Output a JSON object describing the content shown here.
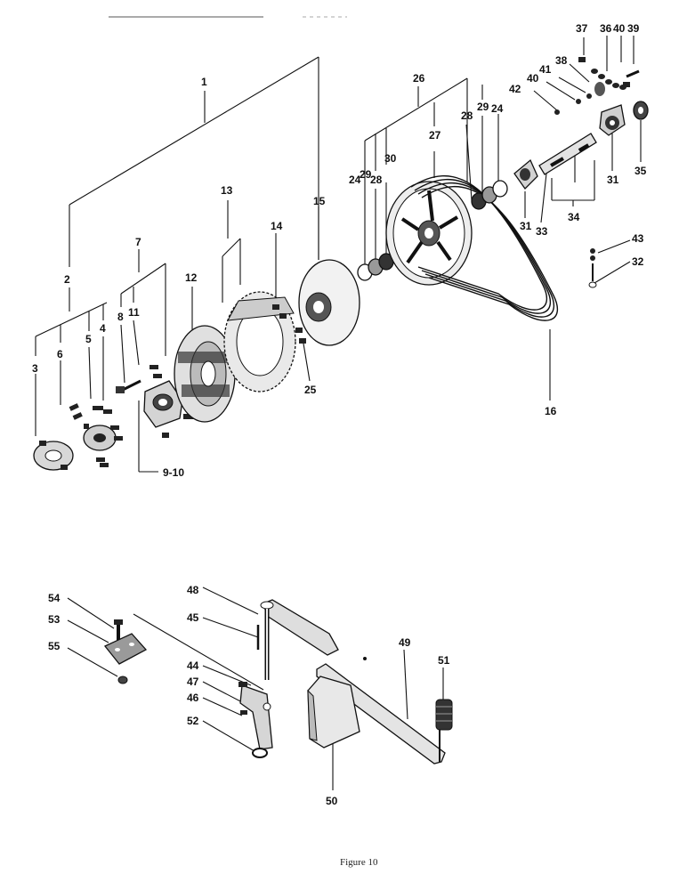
{
  "figure": {
    "caption": "Figure 10",
    "upper_callouts": {
      "n1": "1",
      "n2": "2",
      "n3": "3",
      "n4": "4",
      "n5": "5",
      "n6": "6",
      "n7": "7",
      "n8": "8",
      "n9_10": "9-10",
      "n11": "11",
      "n12": "12",
      "n13": "13",
      "n14": "14",
      "n15": "15",
      "n16": "16",
      "n24a": "24",
      "n24b": "24",
      "n25": "25",
      "n26": "26",
      "n27": "27",
      "n28a": "28",
      "n28b": "28",
      "n29a": "29",
      "n29b": "29",
      "n30": "30",
      "n31a": "31",
      "n31b": "31",
      "n32": "32",
      "n33": "33",
      "n34": "34",
      "n35": "35",
      "n36": "36",
      "n37": "37",
      "n38": "38",
      "n39": "39",
      "n40a": "40",
      "n40b": "40",
      "n41": "41",
      "n42": "42",
      "n43": "43"
    },
    "lower_callouts": {
      "n44": "44",
      "n45": "45",
      "n46": "46",
      "n47": "47",
      "n48": "48",
      "n49": "49",
      "n50": "50",
      "n51": "51",
      "n52": "52",
      "n53": "53",
      "n54": "54",
      "n55": "55"
    }
  }
}
